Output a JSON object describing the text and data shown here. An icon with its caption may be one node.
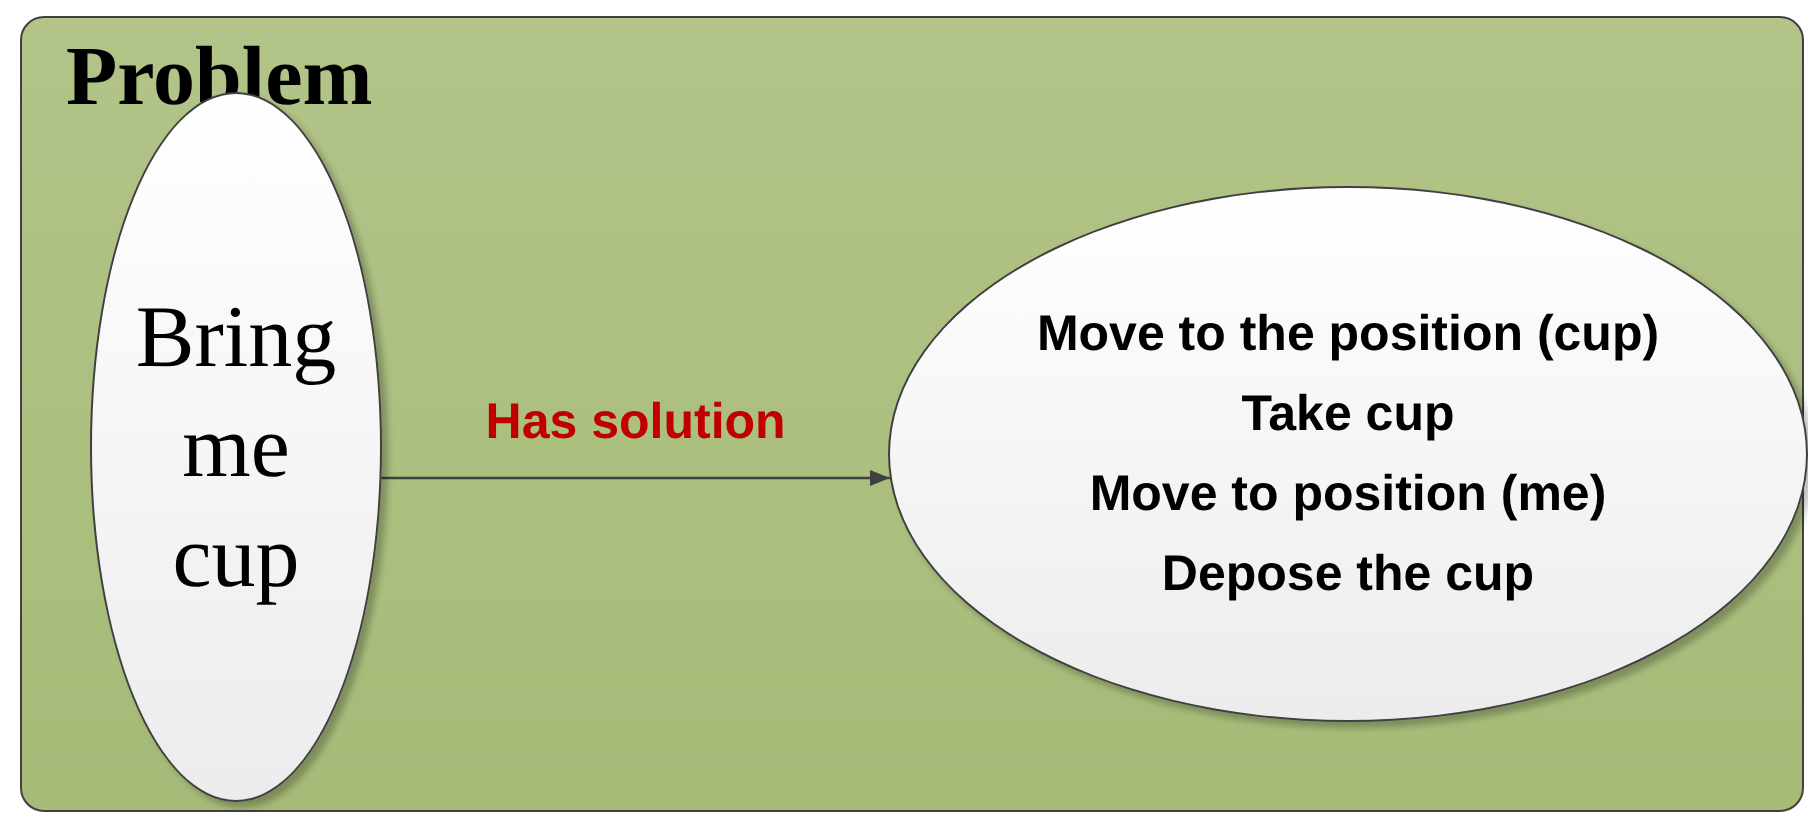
{
  "diagram": {
    "nodes": [
      {
        "text": [
          "Problem"
        ]
      },
      {
        "text": [
          "Bring me cup"
        ],
        "in": 0
      },
      {
        "text": [
          "Move to the position (cup)",
          "Take cup",
          "Move to position (me)",
          "Depose the cup"
        ],
        "in": 0
      }
    ],
    "edges": [
      {
        "from": 1,
        "to": 2,
        "arrow": "to",
        "label": "Has solution"
      }
    ]
  }
}
